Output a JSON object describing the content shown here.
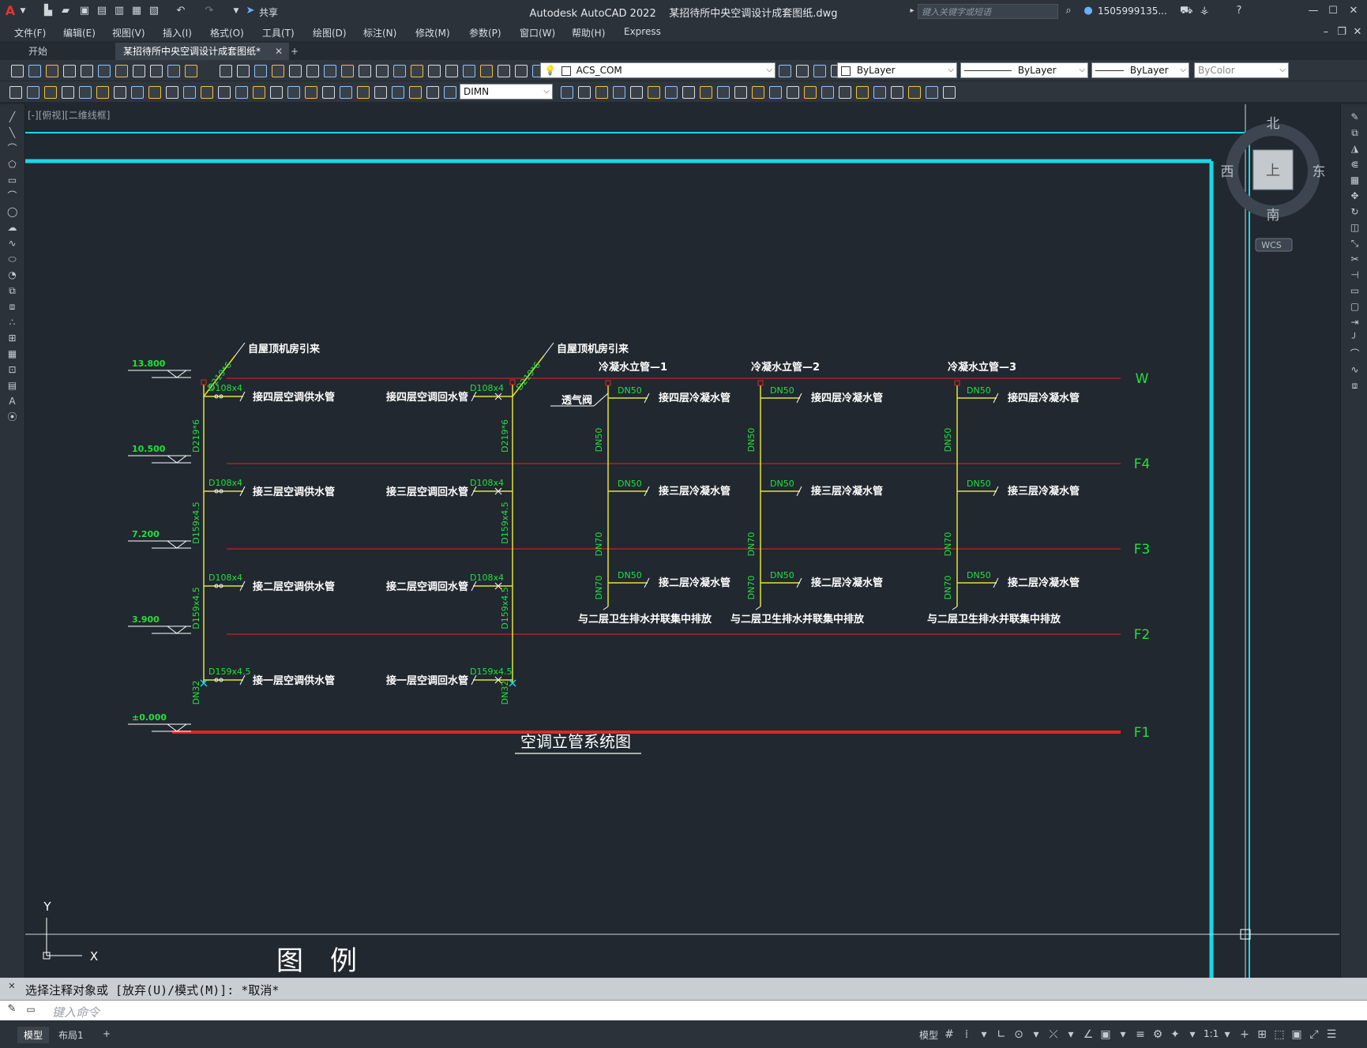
{
  "app": {
    "title": "Autodesk AutoCAD 2022",
    "file": "某招待所中央空调设计成套图纸.dwg",
    "share_label": "共享",
    "search_placeholder": "键入关键字或短语",
    "user": "1505999135..."
  },
  "menu": [
    "文件(F)",
    "编辑(E)",
    "视图(V)",
    "插入(I)",
    "格式(O)",
    "工具(T)",
    "绘图(D)",
    "标注(N)",
    "修改(M)",
    "参数(P)",
    "窗口(W)",
    "帮助(H)",
    "Express"
  ],
  "tabs": [
    {
      "label": "开始"
    },
    {
      "label": "某招待所中央空调设计成套图纸*"
    }
  ],
  "toolbar": {
    "layer": "ACS_COM",
    "color": "ByLayer",
    "linetype": "ByLayer",
    "lineweight": "ByLayer",
    "plotstyle": "ByColor",
    "dimstyle": "DIMN"
  },
  "viewport": {
    "label": "[-][俯视][二维线框]"
  },
  "viewcube": {
    "north": "北",
    "south": "南",
    "east": "东",
    "west": "西",
    "top_face": "上",
    "wcs": "WCS"
  },
  "drawing": {
    "floors": [
      {
        "label": "W",
        "elevation": "13.800"
      },
      {
        "label": "F4",
        "elevation": "10.500"
      },
      {
        "label": "F3",
        "elevation": "7.200"
      },
      {
        "label": "F2",
        "elevation": "3.900"
      },
      {
        "label": "F1",
        "elevation": "±0.000"
      }
    ],
    "roof_source": "自屋顶机房引来",
    "riser_sizes": {
      "top": "D219*6",
      "mid": "D159x4.5",
      "bottom": "DN32"
    },
    "supply_branches": [
      {
        "size": "D108x4",
        "label": "接四层空调供水管"
      },
      {
        "size": "D108x4",
        "label": "接三层空调供水管"
      },
      {
        "size": "D108x4",
        "label": "接二层空调供水管"
      },
      {
        "size": "D159x4.5",
        "label": "接一层空调供水管"
      }
    ],
    "return_branches": [
      {
        "size": "D108x4",
        "label": "接四层空调回水管"
      },
      {
        "size": "D108x4",
        "label": "接三层空调回水管"
      },
      {
        "size": "D108x4",
        "label": "接二层空调回水管"
      },
      {
        "size": "D159x4.5",
        "label": "接一层空调回水管"
      }
    ],
    "vent_valve": "透气阀",
    "condensate": [
      {
        "title": "冷凝水立管—1",
        "labels": [
          "接四层冷凝水管",
          "接三层冷凝水管",
          "接二层冷凝水管"
        ]
      },
      {
        "title": "冷凝水立管—2",
        "labels": [
          "接四层冷凝水管",
          "接三层冷凝水管",
          "接二层冷凝水管"
        ]
      },
      {
        "title": "冷凝水立管—3",
        "labels": [
          "接四层冷凝水管",
          "接三层冷凝水管",
          "接二层冷凝水管"
        ]
      }
    ],
    "condensate_sizes": {
      "branch": "DN50",
      "upper": "DN50",
      "lower": "DN70"
    },
    "discharge_note": "与二层卫生排水并联集中排放",
    "diagram_title": "空调立管系统图",
    "legend_title": "图　例",
    "ucs": {
      "x": "X",
      "y": "Y"
    }
  },
  "command": {
    "history": "选择注释对象或 [放弃(U)/模式(M)]: *取消*",
    "placeholder": "键入命令"
  },
  "status": {
    "layout_tabs": [
      "模型",
      "布局1"
    ],
    "model_label": "模型",
    "scale": "1:1"
  },
  "colors": {
    "floor_line": "#e8231f",
    "annotation_green": "#22e03a",
    "riser_yellow": "#e2e23a",
    "frame_cyan": "#19d8e6",
    "label_white": "#ffffff"
  }
}
